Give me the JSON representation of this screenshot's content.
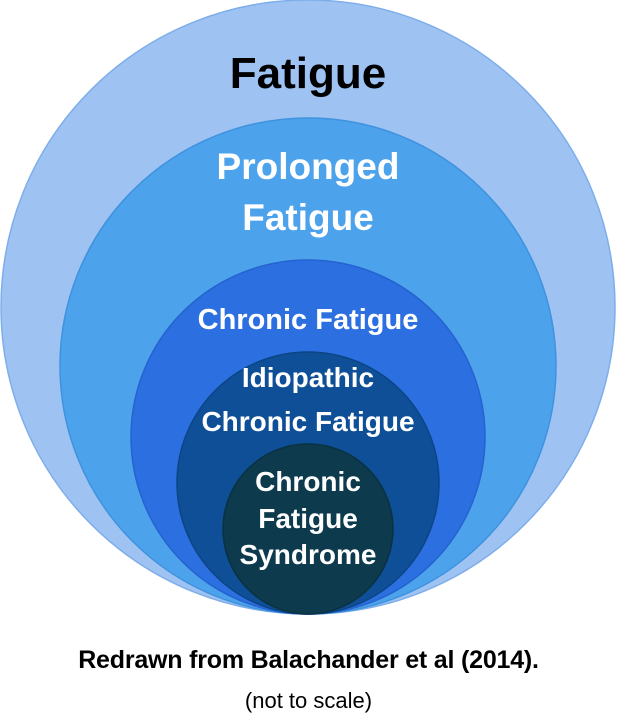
{
  "diagram": {
    "rings": [
      {
        "name": "fatigue",
        "label_lines": [
          "Fatigue"
        ],
        "fill": "#9ec3f3",
        "stroke": "#7eaeea",
        "text_color": "#000000"
      },
      {
        "name": "prolonged-fatigue",
        "label_lines": [
          "Prolonged",
          "Fatigue"
        ],
        "fill": "#4da2ec",
        "stroke": "#3f92de",
        "text_color": "#ffffff"
      },
      {
        "name": "chronic-fatigue",
        "label_lines": [
          "Chronic Fatigue"
        ],
        "fill": "#2c6fe0",
        "stroke": "#2463d0",
        "text_color": "#ffffff"
      },
      {
        "name": "idiopathic-chronic-fatigue",
        "label_lines": [
          "Idiopathic",
          "Chronic Fatigue"
        ],
        "fill": "#0e4f97",
        "stroke": "#0b4585",
        "text_color": "#ffffff"
      },
      {
        "name": "chronic-fatigue-syndrome",
        "label_lines": [
          "Chronic",
          "Fatigue",
          "Syndrome"
        ],
        "fill": "#0d3a4c",
        "stroke": "#0a3242",
        "text_color": "#ffffff"
      }
    ]
  },
  "caption": {
    "main": "Redrawn from Balachander et al (2014).",
    "sub": "(not to scale)"
  }
}
